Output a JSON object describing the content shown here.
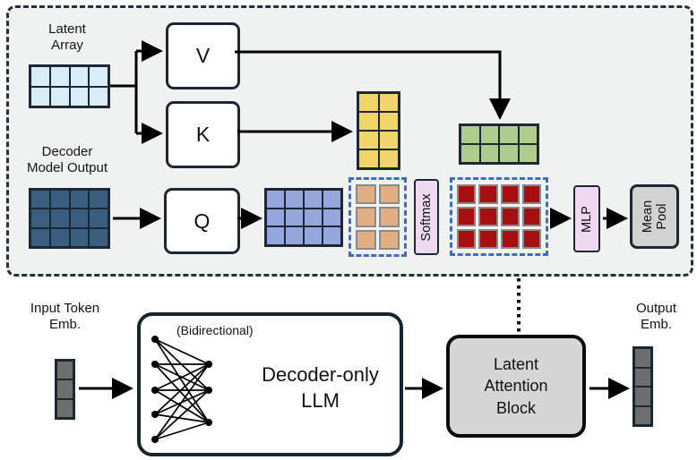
{
  "panel": {
    "latent_array_label": "Latent\nArray",
    "decoder_output_label": "Decoder\nModel Output",
    "v_label": "V",
    "k_label": "K",
    "q_label": "Q",
    "softmax_label": "Softmax",
    "mlp_label": "MLP",
    "mean_pool_label": "Mean\nPool"
  },
  "pipeline": {
    "input_label": "Input Token\nEmb.",
    "bidirectional_label": "(Bidirectional)",
    "llm_label": "Decoder-only\nLLM",
    "attention_block_label": "Latent\nAttention\nBlock",
    "output_label": "Output\nEmb."
  },
  "grids": {
    "latent": {
      "rows": 2,
      "cols": 4,
      "fill": "#d9edf8",
      "line": "#1d2733",
      "style": "joined"
    },
    "decoder_out": {
      "rows": 3,
      "cols": 4,
      "fill": "#3a5e80",
      "line": "#1d2733",
      "style": "joined"
    },
    "k_out": {
      "rows": 4,
      "cols": 2,
      "fill": "#f2d569",
      "line": "#1d2733",
      "style": "joined"
    },
    "q_out": {
      "rows": 3,
      "cols": 4,
      "fill": "#96a6da",
      "line": "#1d2733",
      "style": "joined"
    },
    "v_out": {
      "rows": 2,
      "cols": 4,
      "fill": "#aecc8e",
      "line": "#1d2733",
      "style": "joined"
    },
    "scores": {
      "rows": 3,
      "cols": 2,
      "fill": "#e2af83",
      "line": "#8a8a8a",
      "style": "tiles",
      "container": "#3a6fc4"
    },
    "attn_weights": {
      "rows": 3,
      "cols": 4,
      "fill": "#a60f0f",
      "line": "#8a8a8a",
      "style": "tiles",
      "container": "#3a6fc4"
    },
    "input_stack": {
      "rows": 3,
      "cols": 1,
      "fill": "#6e6e6e",
      "line": "#1d2733",
      "style": "joined"
    },
    "output_stack": {
      "rows": 4,
      "cols": 1,
      "fill": "#6e6e6e",
      "line": "#1d2733",
      "style": "joined"
    }
  },
  "colors": {
    "panel_bg": "#f0f1f1",
    "panel_border": "#223140",
    "dark_line": "#1d2733",
    "latent_cell": "#d9edf8",
    "decoder_cell": "#3a5e80",
    "key_cell": "#f2d569",
    "query_cell": "#96a6da",
    "value_cell": "#aecc8e",
    "score_cell": "#e2af83",
    "attn_cell": "#a60f0f",
    "softmax_fill": "#eed9f0",
    "pool_fill": "#d2d2d2",
    "block_fill": "#d6d6d6",
    "stack_fill": "#6e6e6e",
    "dotted_blue": "#3a6fc4"
  }
}
